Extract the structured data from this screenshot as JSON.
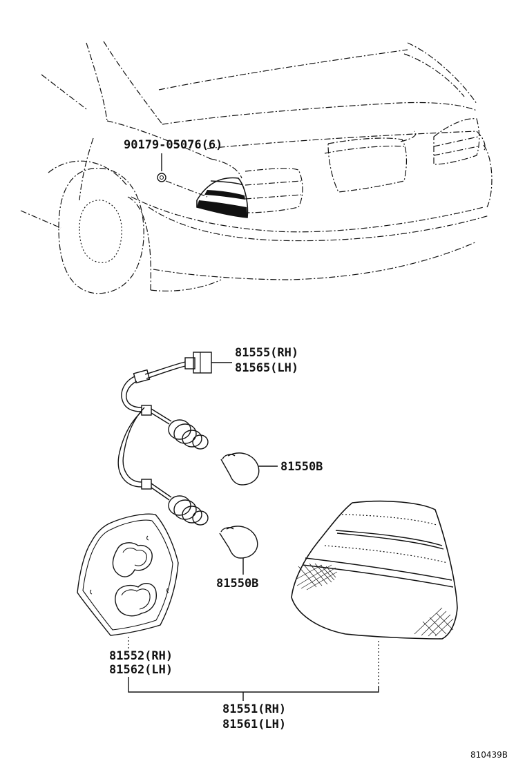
{
  "parts": {
    "bolt": "90179-05076(6)",
    "socket_rh": "81555(RH)",
    "socket_lh": "81565(LH)",
    "bulb_upper": "81550B",
    "bulb_lower": "81550B",
    "gasket_rh": "81552(RH)",
    "gasket_lh": "81562(LH)",
    "lamp_rh": "81551(RH)",
    "lamp_lh": "81561(LH)"
  },
  "figure_code": "810439B"
}
